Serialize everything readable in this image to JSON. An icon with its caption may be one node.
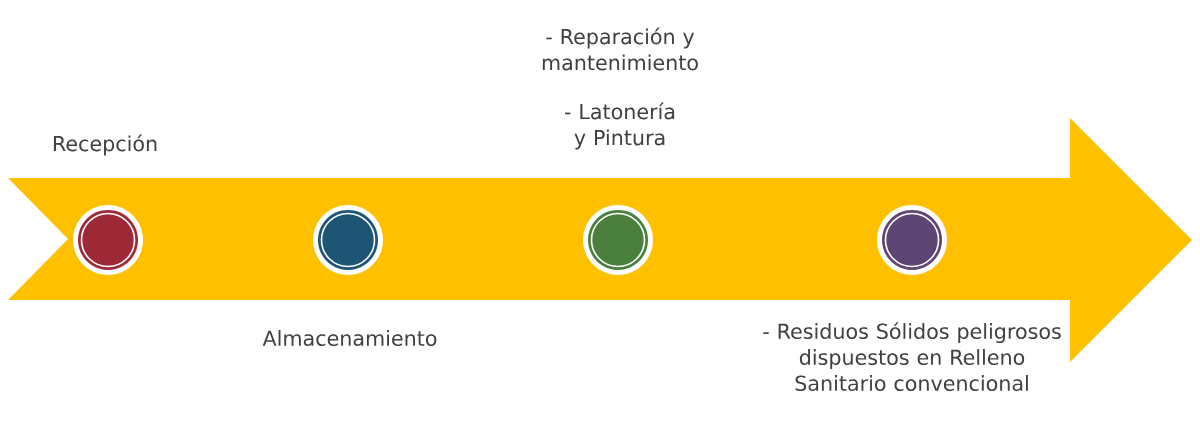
{
  "diagram": {
    "nodes": [
      {
        "text": [],
        "shape": "circle",
        "beside": [
          "Recepción"
        ]
      },
      {
        "text": [],
        "shape": "circle",
        "beside": [
          "Almacenamiento"
        ]
      },
      {
        "text": [],
        "shape": "circle",
        "beside": [
          "- Reparación y mantenimiento",
          "- Latonería y Pintura"
        ]
      },
      {
        "text": [],
        "shape": "circle",
        "beside": [
          "- Residuos Sólidos peligrosos dispuestos en Relleno Sanitario convencional"
        ]
      }
    ]
  }
}
